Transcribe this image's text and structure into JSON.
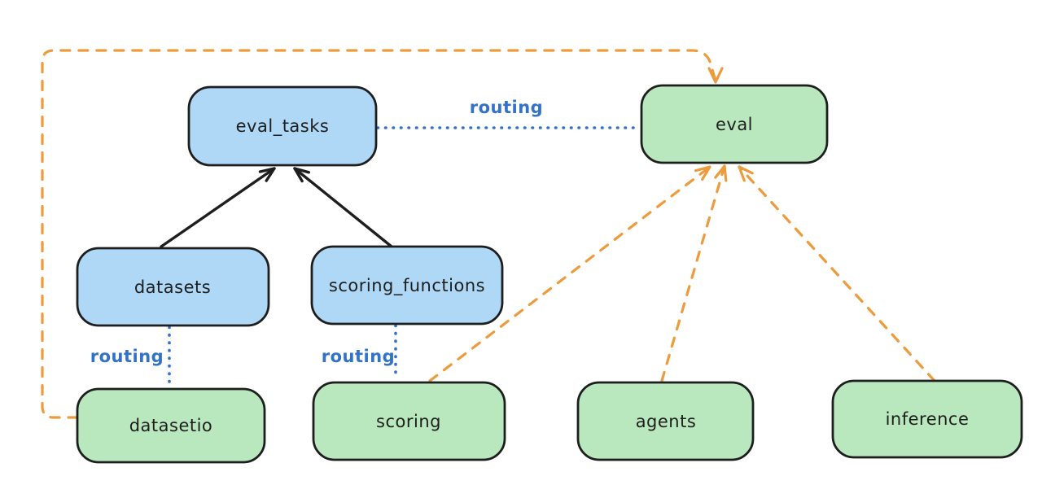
{
  "diagram": {
    "nodes": {
      "eval_tasks": {
        "label": "eval_tasks"
      },
      "datasets": {
        "label": "datasets"
      },
      "scoring_functions": {
        "label": "scoring_functions"
      },
      "eval": {
        "label": "eval"
      },
      "datasetio": {
        "label": "datasetio"
      },
      "scoring": {
        "label": "scoring"
      },
      "agents": {
        "label": "agents"
      },
      "inference": {
        "label": "inference"
      }
    },
    "edge_labels": {
      "routing_eval_tasks_eval": "routing",
      "routing_datasets_datasetio": "routing",
      "routing_scoring_functions_scoring": "routing"
    },
    "edges": [
      {
        "from": "datasets",
        "to": "eval_tasks",
        "style": "solid-arrow-black"
      },
      {
        "from": "scoring_functions",
        "to": "eval_tasks",
        "style": "solid-arrow-black"
      },
      {
        "from": "eval_tasks",
        "to": "eval",
        "style": "dotted-blue",
        "label": "routing"
      },
      {
        "from": "datasets",
        "to": "datasetio",
        "style": "dotted-blue",
        "label": "routing"
      },
      {
        "from": "scoring_functions",
        "to": "scoring",
        "style": "dotted-blue",
        "label": "routing"
      },
      {
        "from": "datasetio",
        "to": "eval",
        "style": "dashed-arrow-orange"
      },
      {
        "from": "scoring",
        "to": "eval",
        "style": "dashed-arrow-orange"
      },
      {
        "from": "agents",
        "to": "eval",
        "style": "dashed-arrow-orange"
      },
      {
        "from": "inference",
        "to": "eval",
        "style": "dashed-arrow-orange"
      }
    ],
    "colors": {
      "blue_node_fill": "#aed8f5",
      "green_node_fill": "#b9e8be",
      "node_stroke": "#1e1e1e",
      "solid_arrow_black": "#1e1e1e",
      "dashed_arrow_orange": "#ed9b3d",
      "routing_blue": "#3273c8",
      "background": "#ffffff"
    }
  }
}
